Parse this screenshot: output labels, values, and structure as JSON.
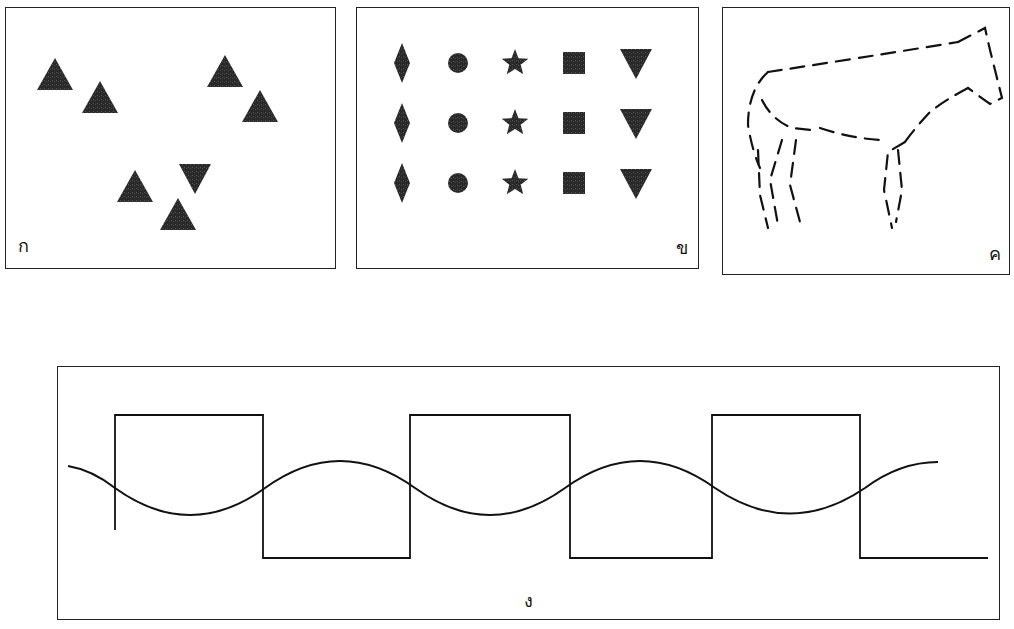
{
  "diagram": {
    "nodes": [
      {
        "text": [
          "ก"
        ]
      },
      {
        "text": [
          "ข"
        ]
      },
      {
        "text": [
          "ค"
        ]
      },
      {
        "text": [
          "ง"
        ]
      }
    ]
  }
}
